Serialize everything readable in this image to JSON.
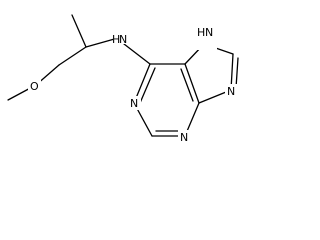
{
  "molecule": {
    "atoms": {
      "o_methoxy": "O",
      "n_amine": "N",
      "h_amine": "H",
      "n_ring_9h": "N",
      "h_ring_9h": "H",
      "n_ring_8": "N",
      "n_ring_1": "N",
      "n_ring_3": "N"
    }
  }
}
